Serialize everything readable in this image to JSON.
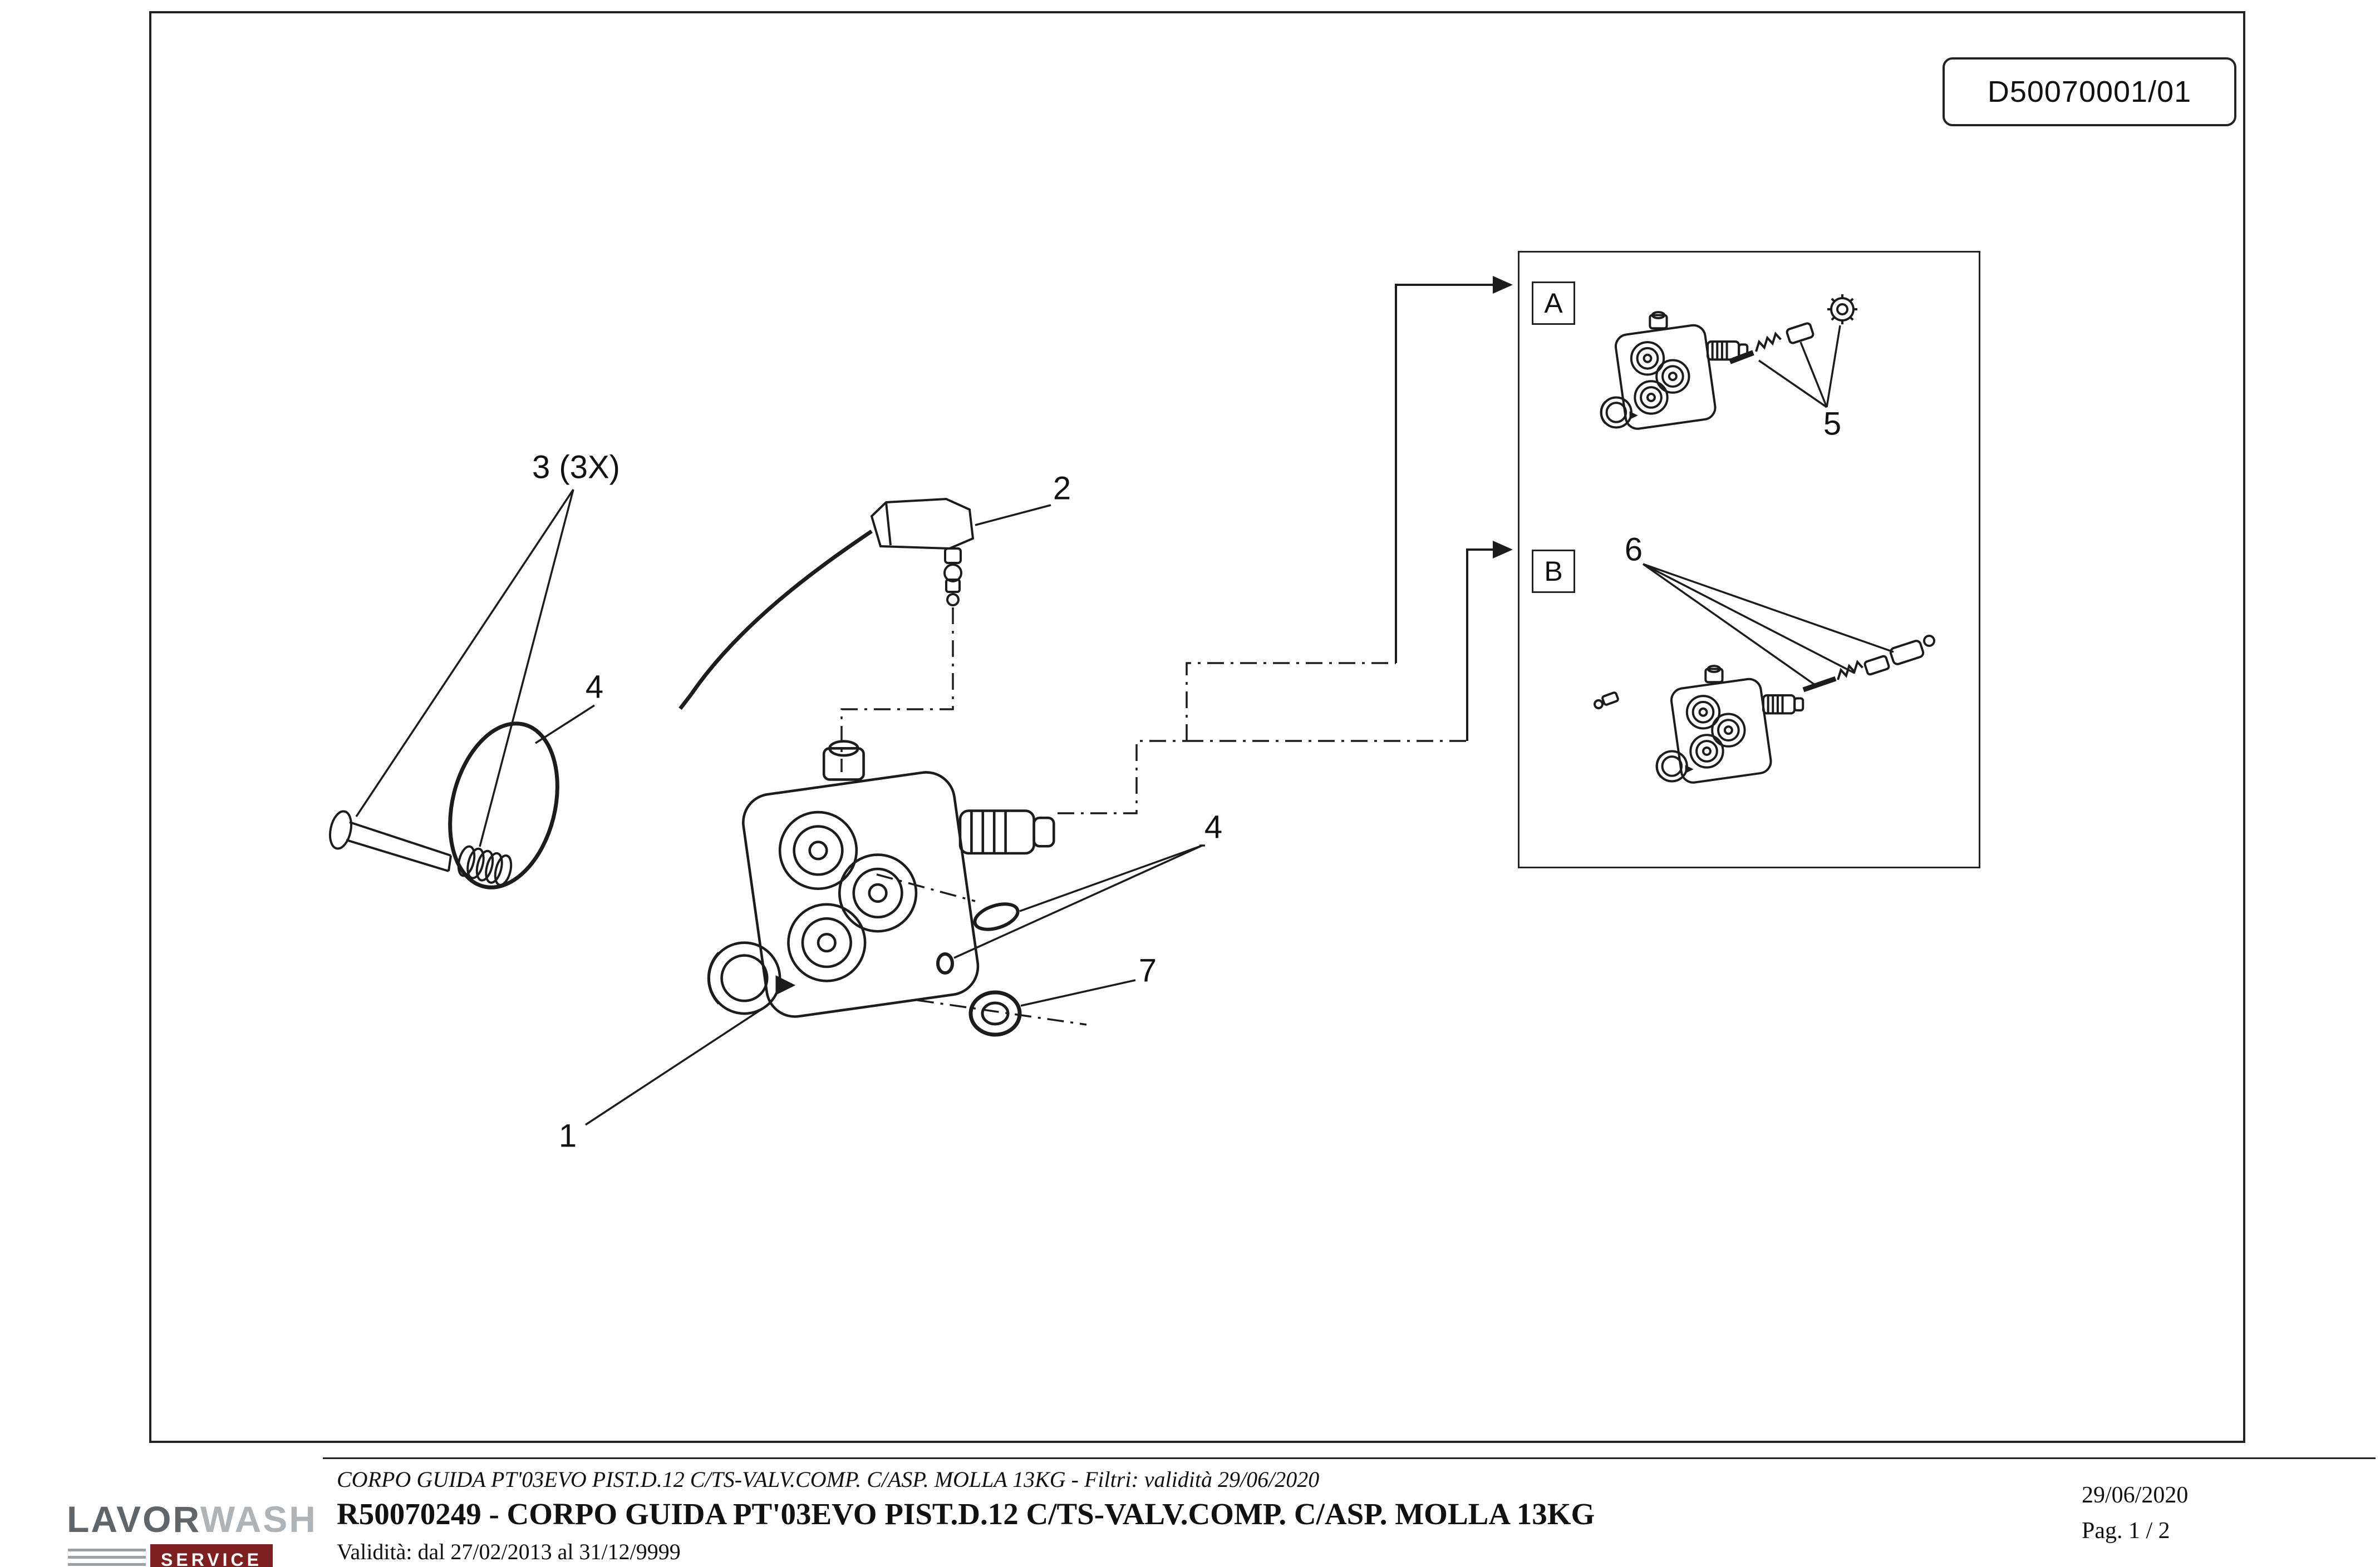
{
  "page": {
    "drawing_number": "D50070001/01",
    "footer": {
      "filter_line": "CORPO GUIDA PT'03EVO PIST.D.12 C/TS-VALV.COMP. C/ASP. MOLLA 13KG - Filtri: validità 29/06/2020",
      "title": "R50070249 - CORPO GUIDA PT'03EVO PIST.D.12 C/TS-VALV.COMP. C/ASP. MOLLA 13KG",
      "validity": "Validità: dal 27/02/2013 al 31/12/9999",
      "date": "29/06/2020",
      "page_number": "Pag. 1 / 2"
    },
    "logo": {
      "part1": "LAVOR",
      "part2": "WASH",
      "sub": "SERVICE",
      "accent_color": "#7e2022"
    }
  },
  "sections": {
    "a": "A",
    "b": "B"
  },
  "callouts": {
    "c1": "1",
    "c2": "2",
    "c3": "3 (3X)",
    "c4a": "4",
    "c4b": "4",
    "c5": "5",
    "c6": "6",
    "c7": "7"
  },
  "colors": {
    "line": "#1c1c1c",
    "border": "#222222"
  }
}
